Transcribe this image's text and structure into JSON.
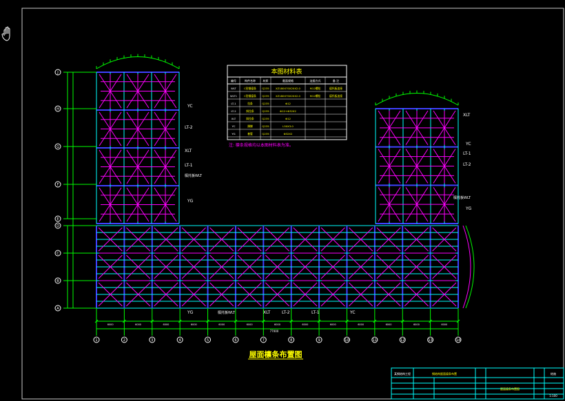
{
  "drawing": {
    "title": "屋面檩条布置图",
    "table_title": "本图材料表",
    "table_headers": [
      "编号",
      "构件名称",
      "材质",
      "截面规格",
      "连接方式",
      "备 注"
    ],
    "table_rows": [
      [
        "WLT",
        "C形钢檩条",
        "Q235",
        "XZ180X70X20X2.0",
        "M12螺栓",
        "檩托板连接"
      ],
      [
        "WLT1",
        "C形钢檩条",
        "Q235",
        "XZ180X70X20X2.0",
        "M12螺栓",
        "檩托板连接"
      ],
      [
        "LT-1",
        "拉条",
        "Q235",
        "Φ12",
        "",
        ""
      ],
      [
        "LT-2",
        "斜拉条",
        "Q235",
        "Φ12+Φ32X2",
        "",
        ""
      ],
      [
        "XLT",
        "斜拉条",
        "Q235",
        "Φ12",
        "",
        ""
      ],
      [
        "YC",
        "隅撑",
        "Q235",
        "L50X3.0",
        "",
        ""
      ],
      [
        "YG",
        "套管",
        "Q235",
        "Φ32X2",
        "",
        ""
      ]
    ],
    "note": "注: 檩条规格均以本图材料表为准。",
    "member_labels": {
      "yc": "YC",
      "lt2": "LT-2",
      "xlt": "XLT",
      "lt1": "LT-1",
      "wlt1": "檩托板WLT",
      "yg": "YG"
    },
    "grid_rows_left": [
      "J",
      "H",
      "G",
      "F",
      "E",
      "D",
      "C",
      "B",
      "A"
    ],
    "grid_cols": [
      "1",
      "2",
      "3",
      "4",
      "5",
      "6",
      "7",
      "8",
      "9",
      "10",
      "11",
      "12",
      "13",
      "14"
    ],
    "dimension_total": "77000",
    "dimension_span": "6000",
    "title_block": {
      "company": "某钢结构工程",
      "project": "钢结构屋面檩条布置",
      "drawing_name": "屋面檩条布置图",
      "sheet": "结施",
      "scale": "1:100"
    }
  },
  "colors": {
    "frame": "#00ffff",
    "purlin": "#ff00ff",
    "beam": "#4040ff",
    "grid": "#ffff00",
    "dim": "#00ff00",
    "text": "#ffffff"
  }
}
